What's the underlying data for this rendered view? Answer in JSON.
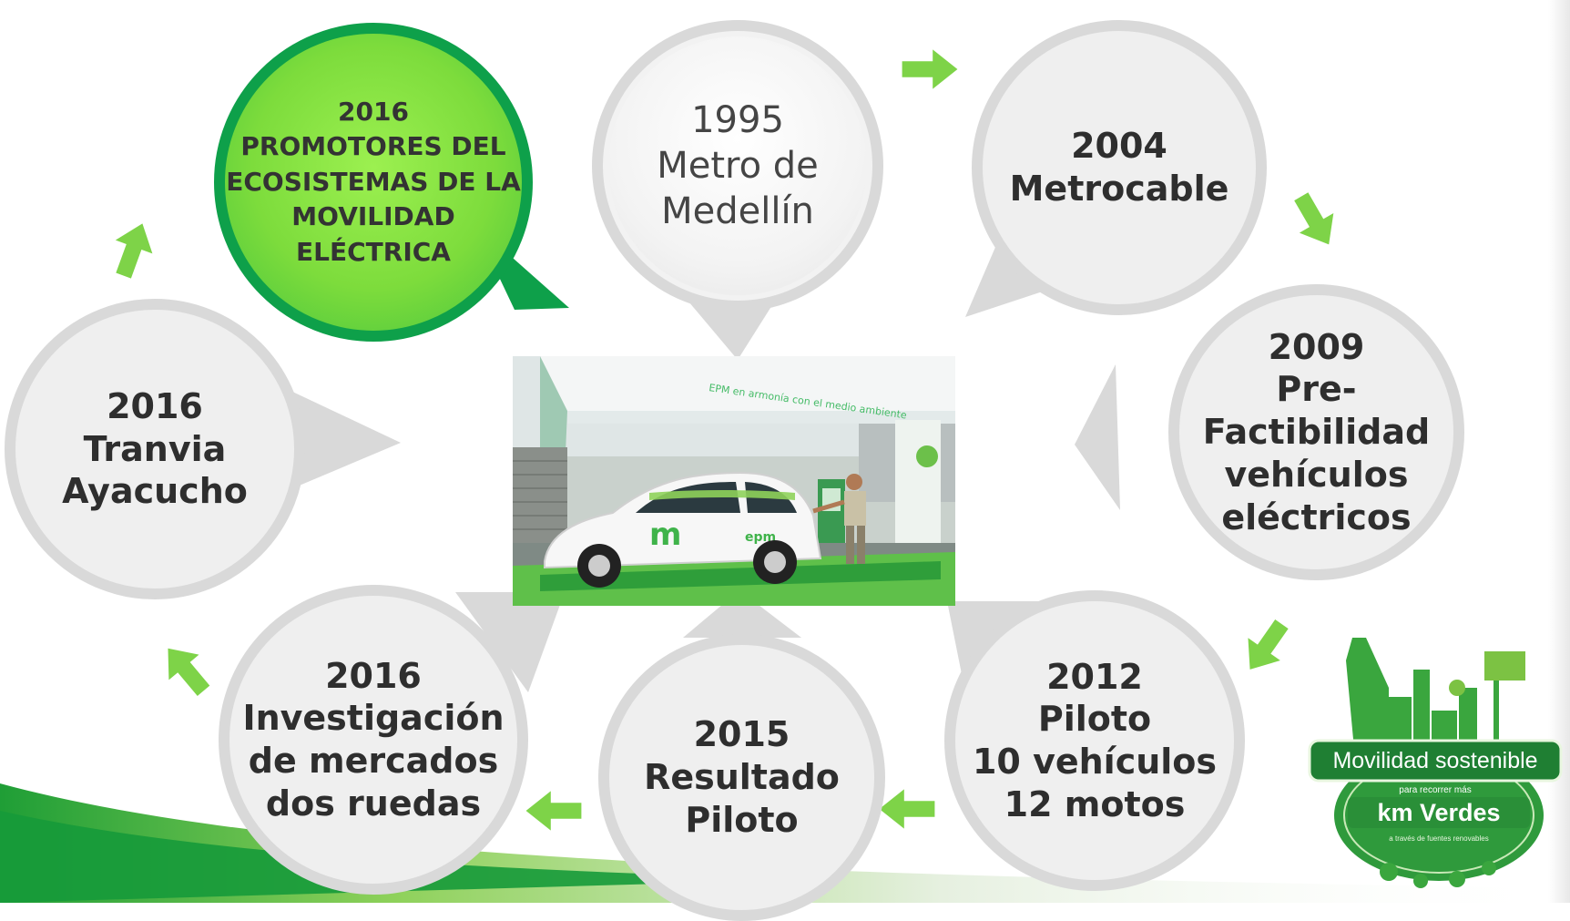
{
  "milestones": [
    {
      "id": "1995",
      "text": "1995\nMetro de\nMedellín"
    },
    {
      "id": "2004",
      "text": "2004\nMetrocable"
    },
    {
      "id": "2009",
      "text": "2009\nPre-\nFactibilidad\nvehículos\neléctricos"
    },
    {
      "id": "2012",
      "text": "2012\nPiloto\n10 vehículos\n12 motos"
    },
    {
      "id": "2015",
      "text": "2015\nResultado\nPiloto"
    },
    {
      "id": "2016-inv",
      "text": "2016\nInvestigación\nde mercados\ndos ruedas"
    },
    {
      "id": "2016-tranvia",
      "text": "2016\nTranvia\nAyacucho"
    },
    {
      "id": "2016-promo",
      "text": "2016\nPROMOTORES DEL\nECOSISTEMAS DE LA\nMOVILIDAD\nELÉCTRICA"
    }
  ],
  "photo": {
    "canopy_text": "EPM en armonía con el medio ambiente",
    "car_brand": "epm"
  },
  "logo": {
    "title": "Movilidad sostenible",
    "subtitle": "para recorrer más",
    "main": "km Verdes",
    "tagline": "a través de fuentes renovables"
  },
  "colors": {
    "bubble_fill": "#efefef",
    "bubble_ring": "#d9d9d9",
    "active_fill": "#7ddc3c",
    "active_ring": "#0ea04a",
    "arrow": "#7ed348"
  }
}
